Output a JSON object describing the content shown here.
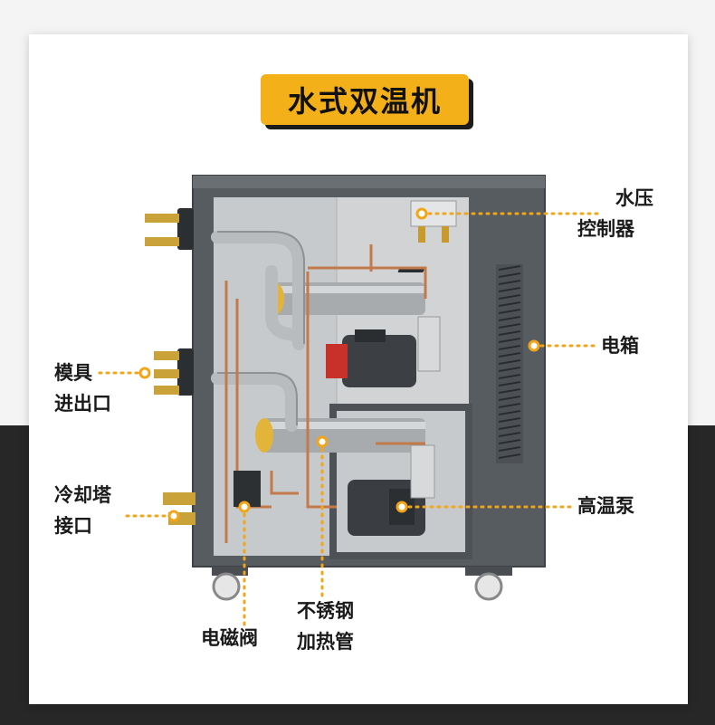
{
  "title": "水式双温机",
  "callouts": {
    "water_pressure": [
      "水压",
      "控制器"
    ],
    "electric_box": "电箱",
    "mold_port": [
      "模具",
      "进出口"
    ],
    "cooling_tower": [
      "冷却塔",
      "接口"
    ],
    "high_temp_pump": "高温泵",
    "solenoid_valve": "电磁阀",
    "heater": [
      "不锈钢",
      "加热管"
    ]
  },
  "colors": {
    "accent": "#f3b019",
    "cabinet": "#555a5f",
    "interior": "#c9ccce",
    "dotted_line": "#f3a51a"
  }
}
